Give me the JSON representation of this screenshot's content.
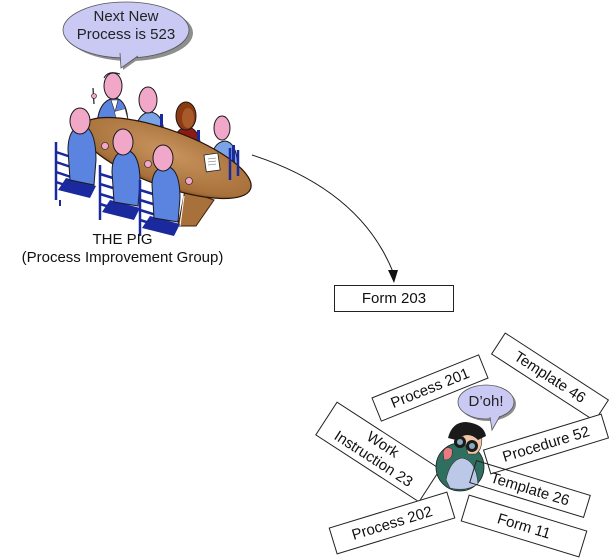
{
  "diagram": {
    "meeting_group": {
      "speech_bubble": {
        "line1": "Next New",
        "line2": "Process is 523"
      },
      "caption": {
        "line1": "THE PIG",
        "line2": "(Process Improvement Group)"
      },
      "icon": "meeting-table-clipart"
    },
    "arrow": {
      "from": "THE PIG",
      "to": "Form 203",
      "icon": "curved-arrow"
    },
    "output_document": {
      "label": "Form 203"
    },
    "overwhelmed_worker": {
      "speech_bubble": "D’oh!",
      "icon": "confused-person-clipart"
    },
    "scattered_documents": [
      {
        "id": "process-201",
        "label": "Process 201"
      },
      {
        "id": "template-46",
        "label": "Template 46"
      },
      {
        "id": "work-instruction-23",
        "label": "Work Instruction 23",
        "line1": "Work",
        "line2": "Instruction 23"
      },
      {
        "id": "procedure-52",
        "label": "Procedure 52"
      },
      {
        "id": "template-26",
        "label": "Template 26"
      },
      {
        "id": "process-202",
        "label": "Process 202"
      },
      {
        "id": "form-11",
        "label": "Form 11"
      }
    ],
    "colors": {
      "bubble_fill": "#c9c9f3",
      "bubble_shadow": "#8e8e8e",
      "table": "#b07a45",
      "chair": "#1a2a9e",
      "shirt": "#5b83e0",
      "skin": "#f1a7c8",
      "worker_shirt": "#2f6f5f"
    }
  }
}
